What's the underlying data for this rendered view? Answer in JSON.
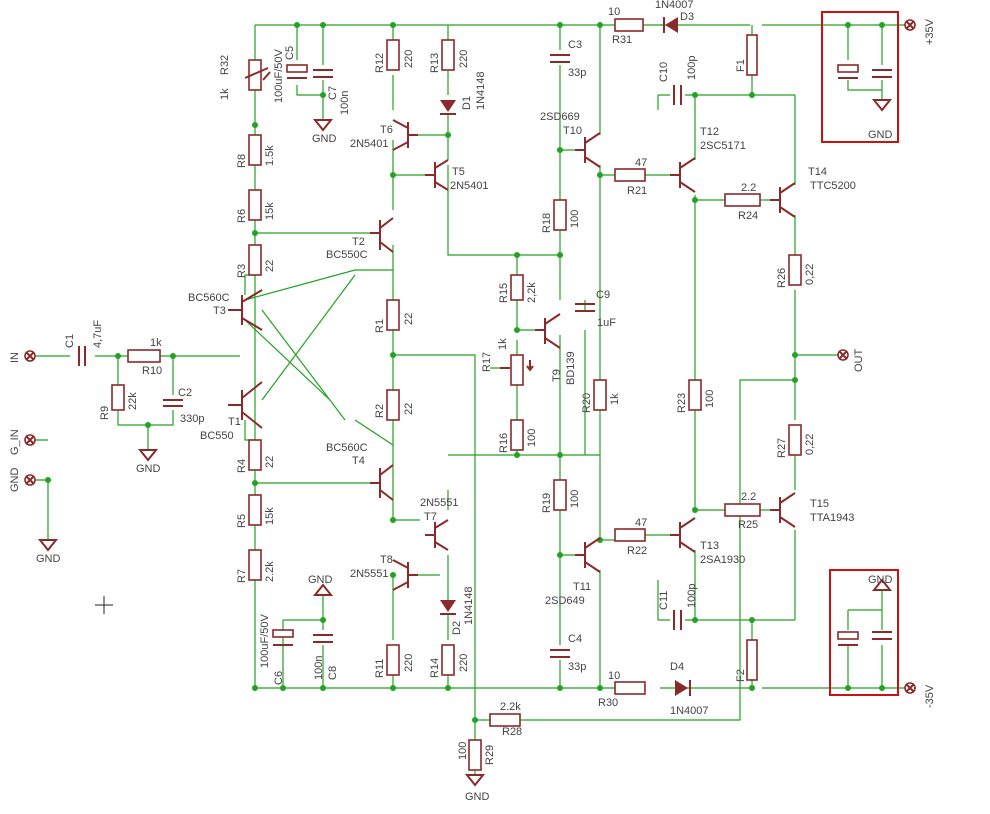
{
  "schematic": {
    "ports": {
      "in": "IN",
      "g_in": "G_IN",
      "gnd": "GND",
      "out": "OUT",
      "vpos": "+35V",
      "vneg": "-35V"
    },
    "gnd_label": "GND",
    "resistors": [
      {
        "id": "R1",
        "val": "22"
      },
      {
        "id": "R2",
        "val": "22"
      },
      {
        "id": "R3",
        "val": "22"
      },
      {
        "id": "R4",
        "val": "22"
      },
      {
        "id": "R5",
        "val": "15k"
      },
      {
        "id": "R6",
        "val": "15k"
      },
      {
        "id": "R7",
        "val": "2.2k"
      },
      {
        "id": "R8",
        "val": "1.5k"
      },
      {
        "id": "R9",
        "val": "22k"
      },
      {
        "id": "R10",
        "val": "1k"
      },
      {
        "id": "R11",
        "val": "220"
      },
      {
        "id": "R12",
        "val": "220"
      },
      {
        "id": "R13",
        "val": "220"
      },
      {
        "id": "R14",
        "val": "220"
      },
      {
        "id": "R15",
        "val": "2,2k"
      },
      {
        "id": "R16",
        "val": "100"
      },
      {
        "id": "R17",
        "val": "1k"
      },
      {
        "id": "R18",
        "val": "100"
      },
      {
        "id": "R19",
        "val": "100"
      },
      {
        "id": "R20",
        "val": "1k"
      },
      {
        "id": "R21",
        "val": "47"
      },
      {
        "id": "R22",
        "val": "47"
      },
      {
        "id": "R23",
        "val": "100"
      },
      {
        "id": "R24",
        "val": "2.2"
      },
      {
        "id": "R25",
        "val": "2.2"
      },
      {
        "id": "R26",
        "val": "0,22"
      },
      {
        "id": "R27",
        "val": "0,22"
      },
      {
        "id": "R28",
        "val": "2.2k"
      },
      {
        "id": "R29",
        "val": "100"
      },
      {
        "id": "R30",
        "val": "10"
      },
      {
        "id": "R31",
        "val": "10"
      },
      {
        "id": "R32",
        "val": "1k"
      }
    ],
    "capacitors": [
      {
        "id": "C1",
        "val": "4,7uF"
      },
      {
        "id": "C2",
        "val": "330p"
      },
      {
        "id": "C3",
        "val": "33p"
      },
      {
        "id": "C4",
        "val": "33p"
      },
      {
        "id": "C5",
        "val": "100uF/50V"
      },
      {
        "id": "C6",
        "val": "100uF/50V"
      },
      {
        "id": "C7",
        "val": "100n"
      },
      {
        "id": "C8",
        "val": "100n"
      },
      {
        "id": "C9",
        "val": "1uF"
      },
      {
        "id": "C10",
        "val": "100p"
      },
      {
        "id": "C11",
        "val": "100p"
      }
    ],
    "transistors": [
      {
        "id": "T1",
        "val": "BC550"
      },
      {
        "id": "T2",
        "val": "BC550C"
      },
      {
        "id": "T3",
        "val": "BC560C"
      },
      {
        "id": "T4",
        "val": "BC560C"
      },
      {
        "id": "T5",
        "val": "2N5401"
      },
      {
        "id": "T6",
        "val": "2N5401"
      },
      {
        "id": "T7",
        "val": "2N5551"
      },
      {
        "id": "T8",
        "val": "2N5551"
      },
      {
        "id": "T9",
        "val": "BD139"
      },
      {
        "id": "T10",
        "val": "2SD669"
      },
      {
        "id": "T11",
        "val": "2SD649"
      },
      {
        "id": "T12",
        "val": "2SC5171"
      },
      {
        "id": "T13",
        "val": "2SA1930"
      },
      {
        "id": "T14",
        "val": "TTC5200"
      },
      {
        "id": "T15",
        "val": "TTA1943"
      }
    ],
    "diodes": [
      {
        "id": "D1",
        "val": "1N4148"
      },
      {
        "id": "D2",
        "val": "1N4148"
      },
      {
        "id": "D3",
        "val": "1N4007"
      },
      {
        "id": "D4",
        "val": "1N4007"
      }
    ],
    "fuses": [
      {
        "id": "F1"
      },
      {
        "id": "F2"
      }
    ]
  }
}
